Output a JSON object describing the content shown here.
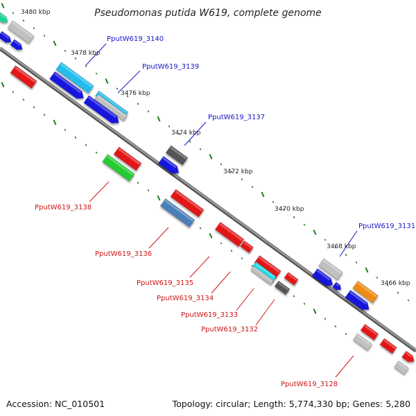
{
  "header": {
    "title": "Pseudomonas putida W619, complete genome"
  },
  "footer": {
    "accession": "Accession: NC_010501",
    "summary": "Topology: circular; Length: 5,774,330 bp; Genes: 5,280"
  },
  "colors": {
    "backbone": "#888888",
    "tick": "#1a7a1a",
    "upper_label": "#1515c8",
    "lower_label": "#cc1515"
  },
  "kbp_labels": [
    "3480 kbp",
    "3478 kbp",
    "3476 kbp",
    "3474 kbp",
    "3472 kbp",
    "3470 kbp",
    "3468 kbp",
    "3466 kbp"
  ],
  "gene_labels": [
    {
      "text": "PputW619_3140",
      "side": "upper"
    },
    {
      "text": "PputW619_3139",
      "side": "upper"
    },
    {
      "text": "PputW619_3137",
      "side": "upper"
    },
    {
      "text": "PputW619_3131",
      "side": "upper"
    },
    {
      "text": "PputW619_3138",
      "side": "lower"
    },
    {
      "text": "PputW619_3136",
      "side": "lower"
    },
    {
      "text": "PputW619_3135",
      "side": "lower"
    },
    {
      "text": "PputW619_3134",
      "side": "lower"
    },
    {
      "text": "PputW619_3133",
      "side": "lower"
    },
    {
      "text": "PputW619_3132",
      "side": "lower"
    },
    {
      "text": "PputW619_3128",
      "side": "lower"
    }
  ],
  "features": [
    {
      "color": "#1dd19a"
    },
    {
      "color": "#c0c0c0"
    },
    {
      "color": "#1818dd"
    },
    {
      "color": "#1818dd"
    },
    {
      "color": "#22bdec"
    },
    {
      "color": "#1818dd"
    },
    {
      "color": "#e31818"
    },
    {
      "color": "#22bdec"
    },
    {
      "color": "#c0c0c0"
    },
    {
      "color": "#1818dd"
    },
    {
      "color": "#555555"
    },
    {
      "color": "#1818dd"
    },
    {
      "color": "#e31818"
    },
    {
      "color": "#22cc33"
    },
    {
      "color": "#e31818"
    },
    {
      "color": "#4a7fb8"
    },
    {
      "color": "#e31818"
    },
    {
      "color": "#e31818"
    },
    {
      "color": "#e31818"
    },
    {
      "color": "#22dde6"
    },
    {
      "color": "#c0c0c0"
    },
    {
      "color": "#e31818"
    },
    {
      "color": "#555555"
    },
    {
      "color": "#c0c0c0"
    },
    {
      "color": "#1818dd"
    },
    {
      "color": "#1818dd"
    },
    {
      "color": "#ee8a14"
    },
    {
      "color": "#1818dd"
    },
    {
      "color": "#e31818"
    },
    {
      "color": "#c0c0c0"
    },
    {
      "color": "#e31818"
    },
    {
      "color": "#e31818"
    },
    {
      "color": "#c0c0c0"
    }
  ]
}
